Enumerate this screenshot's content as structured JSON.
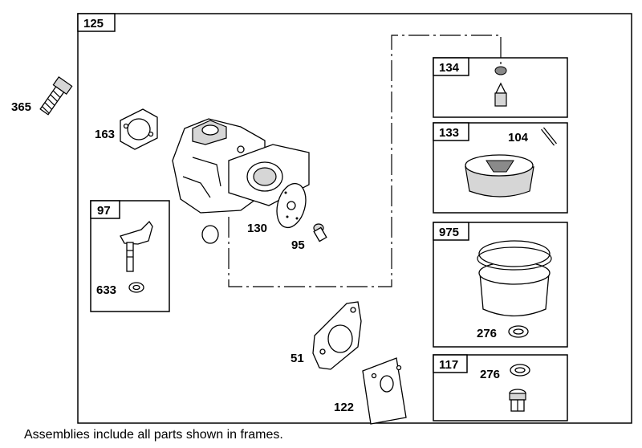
{
  "diagram": {
    "labels": {
      "main_frame": "125",
      "bolt": "365",
      "gasket_top": "163",
      "frame_97": "97",
      "washer_633": "633",
      "plate_130": "130",
      "screw_95": "95",
      "frame_134": "134",
      "frame_133": "133",
      "pin_104": "104",
      "frame_975": "975",
      "washer_276_a": "276",
      "frame_117": "117",
      "washer_276_b": "276",
      "gasket_51": "51",
      "spacer_122": "122"
    },
    "footnote": "Assemblies include all parts shown in frames."
  }
}
